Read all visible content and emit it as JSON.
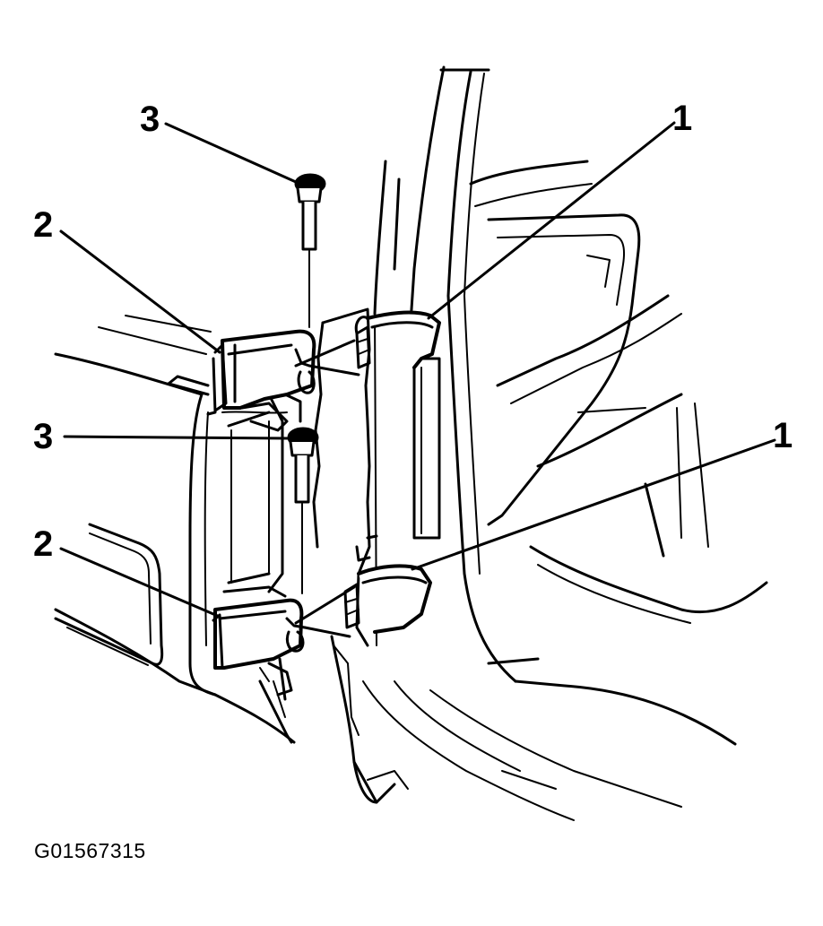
{
  "callouts": {
    "hinge": "1",
    "door_hinge": "2",
    "pin": "3"
  },
  "figure_id": "G01567315",
  "colors": {
    "ink": "#000000",
    "paper": "#ffffff"
  }
}
